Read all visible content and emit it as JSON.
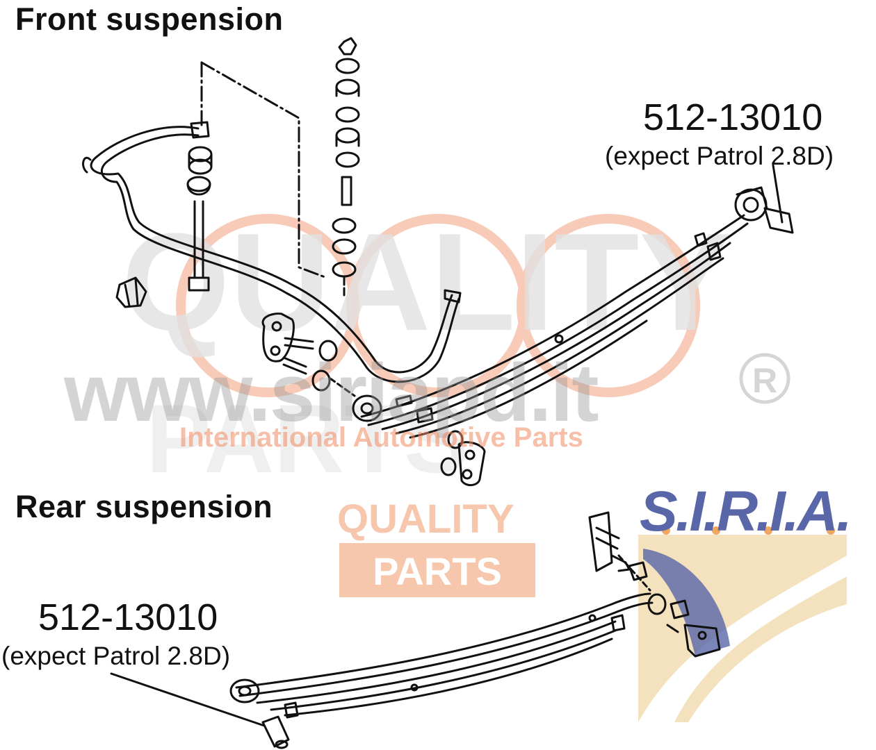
{
  "headings": {
    "front": "Front suspension",
    "rear": "Rear suspension"
  },
  "callouts": {
    "front_part_number": "512-13010",
    "front_note": "(expect Patrol 2.8D)",
    "rear_part_number": "512-13010",
    "rear_note": "(expect Patrol 2.8D)"
  },
  "watermark": {
    "website": "www.siriapd.it",
    "tagline": "International Automotive Parts",
    "quality": "QUALITY",
    "parts": "PARTS",
    "brand": "S.I.R.I.A."
  },
  "colors": {
    "line": "#111111",
    "watermark_gray": "#9a9a9a",
    "watermark_orange": "#f08a60",
    "quality_fill": "#f6c6ad",
    "siria_blue": "#5966a8",
    "road_tan": "#f3e2bd"
  },
  "icons": [
    "registered-mark-icon",
    "sway-bar-drawing",
    "leaf-spring-drawing",
    "bushing-icon"
  ]
}
